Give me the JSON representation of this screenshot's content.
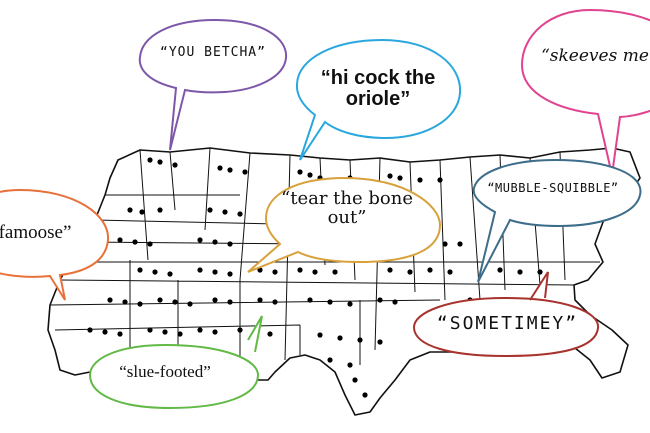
{
  "bubbles": [
    {
      "id": "betcha",
      "text": "“YOU BETCHA”",
      "color": "#7d57a8"
    },
    {
      "id": "oriole",
      "text": "“hi cock the oriole”",
      "color": "#2aa7de"
    },
    {
      "id": "skeeves",
      "text": "“skeeves me",
      "color": "#e0438f"
    },
    {
      "id": "famoose",
      "text": "famoose”",
      "color": "#e8713a"
    },
    {
      "id": "tear",
      "text": "“tear the bone out”",
      "color": "#d8a13b"
    },
    {
      "id": "mubble",
      "text": "“MUBBLE-SQUIBBLE”",
      "color": "#3d6d8a"
    },
    {
      "id": "slue",
      "text": "“slue-footed”",
      "color": "#62b946"
    },
    {
      "id": "sometimey",
      "text": "“SOMETIMEY”",
      "color": "#a8322d"
    }
  ],
  "map": {
    "outline_color": "#111111",
    "dot_color": "#000000"
  }
}
